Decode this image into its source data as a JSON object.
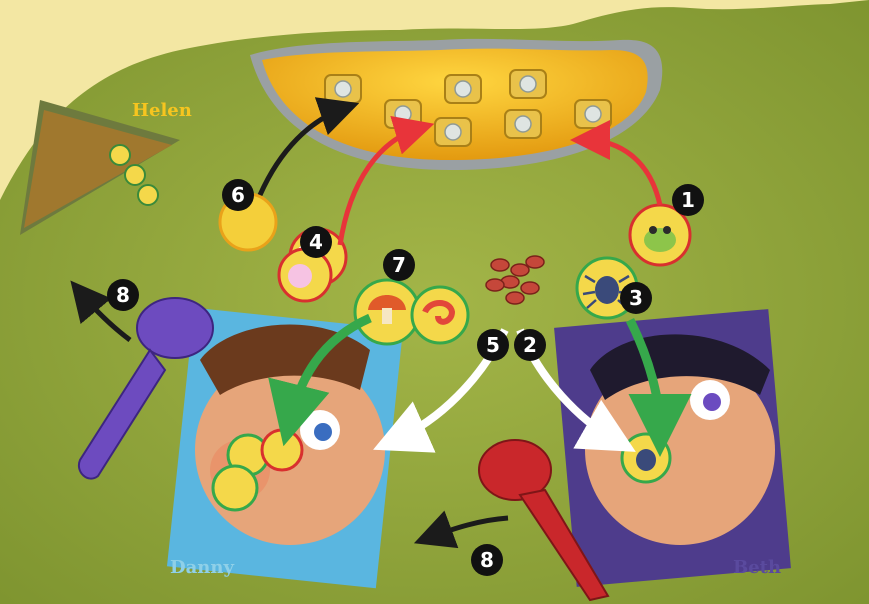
{
  "players": [
    {
      "name": "Helen",
      "color": "#f6c51f"
    },
    {
      "name": "Danny",
      "color": "#8fd0e8"
    },
    {
      "name": "Beth",
      "color": "#5a4a9e"
    }
  ],
  "steps": [
    "1",
    "2",
    "3",
    "4",
    "5",
    "6",
    "7",
    "8",
    "8"
  ],
  "colors": {
    "board": "#8ea33a",
    "background": "#f3e7a3",
    "cauldron_soup": "#f1b81b",
    "arrow_red": "#e8343a",
    "arrow_green": "#36a84b",
    "arrow_white": "#ffffff",
    "arrow_black": "#1b1b1b",
    "spoon_purple": "#6d4bbf",
    "spoon_red": "#c9272b"
  },
  "icons": [
    "frog-token-icon",
    "spider-token-icon",
    "eyeball-token-icon",
    "mushroom-token-icon",
    "worm-token-icon",
    "bean-pile-icon",
    "spoon-icon"
  ]
}
